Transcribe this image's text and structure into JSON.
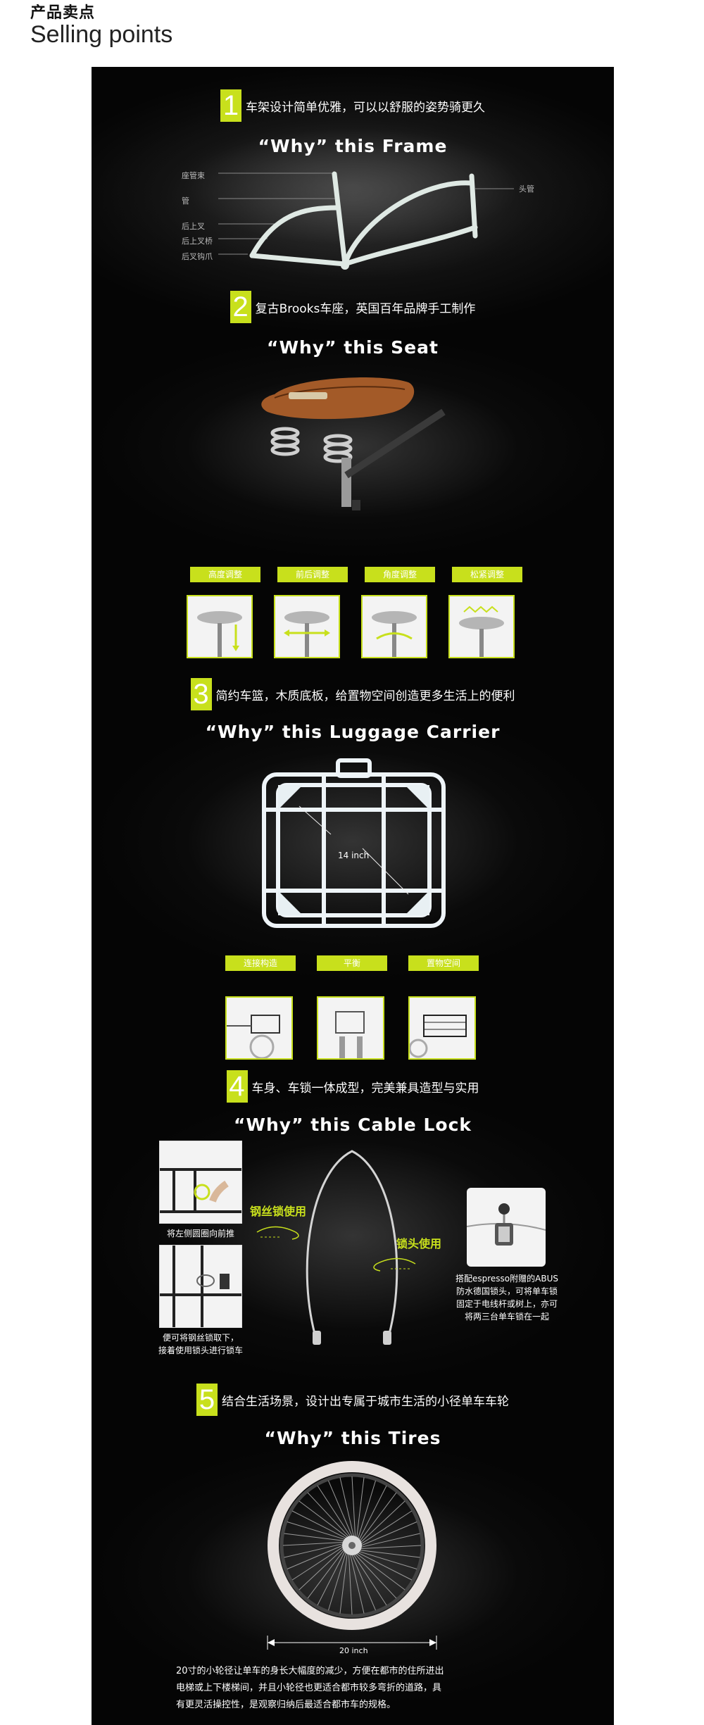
{
  "header": {
    "title_cn": "产品卖点",
    "title_en": "Selling points"
  },
  "sections": {
    "frame": {
      "number": "1",
      "text": "车架设计简单优雅，可以以舒服的姿势骑更久",
      "why": "“Why” this Frame",
      "labels": [
        "座管束",
        "管",
        "后上叉",
        "后上叉桥",
        "后叉钩爪",
        "头管"
      ]
    },
    "seat": {
      "number": "2",
      "text": "复古Brooks车座，英国百年品牌手工制作",
      "why": "“Why” this Seat",
      "tags": [
        "高度调整",
        "前后调整",
        "角度调整",
        "松紧调整"
      ]
    },
    "carrier": {
      "number": "3",
      "text": "简约车篮，木质底板，给置物空间创造更多生活上的便利",
      "why": "“Why” this Luggage Carrier",
      "size_label": "14 inch",
      "tags": [
        "连接构造",
        "平衡",
        "置物空间"
      ]
    },
    "lock": {
      "number": "4",
      "text": "车身、车锁一体成型，完美兼具造型与实用",
      "why": "“Why” this Cable Lock",
      "cable_use": "钢丝锁使用",
      "lock_use": "锁头使用",
      "caption1": "将左侧圆圈向前推",
      "caption2_l1": "便可将钢丝锁取下，",
      "caption2_l2": "接着使用锁头进行锁车",
      "caption3_l1": "搭配espresso附赠的ABUS",
      "caption3_l2": "防水德国锁头，可将单车锁",
      "caption3_l3": "固定于电线杆或树上，亦可",
      "caption3_l4": "将两三台单车锁在一起"
    },
    "tires": {
      "number": "5",
      "text": "结合生活场景，设计出专属于城市生活的小径单车车轮",
      "why": "“Why” this Tires",
      "size_label": "20 inch",
      "desc_l1": "20寸的小轮径让单车的身长大幅度的减少，方便在都市的住所进出",
      "desc_l2": "电梯或上下楼梯间，并且小轮径也更适合都市较多弯折的道路，具",
      "desc_l3": "有更灵活操控性，是观察归纳后最适合都市车的规格。"
    }
  }
}
